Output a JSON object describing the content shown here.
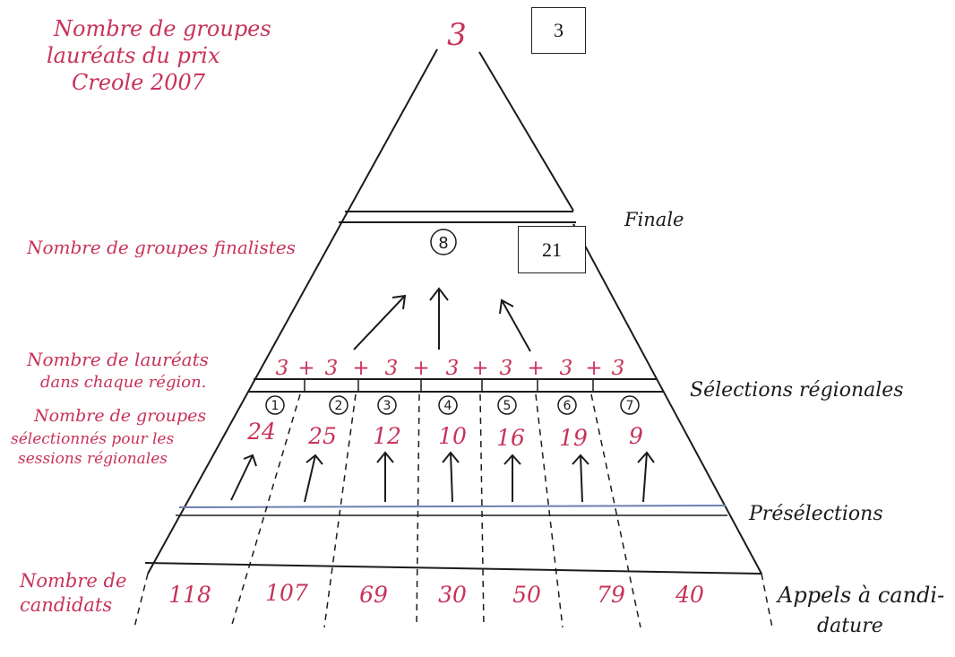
{
  "annotations": {
    "top_label": [
      "Nombre de groupes",
      "lauréats du prix",
      "Creole 2007"
    ],
    "top_number": "3",
    "finalists_label": "Nombre de groupes finalistes",
    "finalists_number": "8",
    "laureates_label": [
      "Nombre de lauréats",
      "dans chaque région."
    ],
    "selected_label": [
      "Nombre de groupes",
      "sélectionnés pour les",
      "sessions régionales"
    ],
    "candidates_label": [
      "Nombre de",
      "candidats"
    ]
  },
  "stages": {
    "finale": "Finale",
    "regional": "Sélections régionales",
    "preselection": "Présélections",
    "call": [
      "Appels à candi-",
      "dature"
    ]
  },
  "boxes": {
    "top": "3",
    "mid": "21"
  },
  "regions": {
    "numbers": [
      "1",
      "2",
      "3",
      "4",
      "5",
      "6",
      "7"
    ],
    "laureates_row": [
      "3",
      "+",
      "3",
      "+",
      "3",
      "+",
      "3",
      "+",
      "3",
      "+",
      "3",
      "+",
      "3"
    ],
    "selected": [
      "24",
      "25",
      "12",
      "10",
      "16",
      "19",
      "9"
    ],
    "candidates": [
      "118",
      "107",
      "69",
      "30",
      "50",
      "79",
      "40"
    ]
  },
  "colors": {
    "ink": "#1b1b1b",
    "red": "#c8325a",
    "blue": "#6f7fb0"
  }
}
